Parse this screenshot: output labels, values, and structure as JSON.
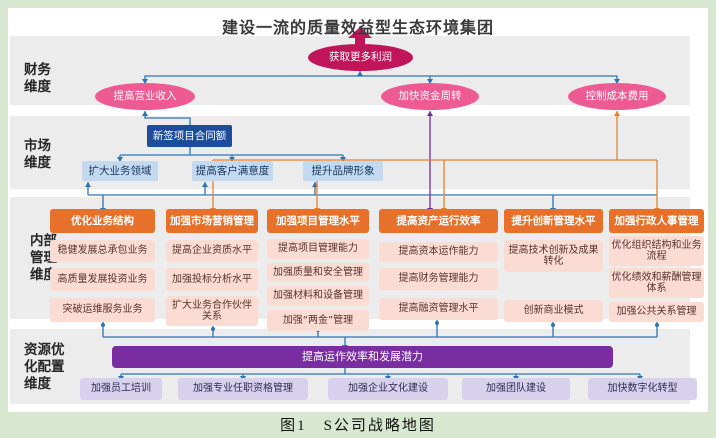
{
  "banner": {
    "title": "建设一流的质量效益型生态环境集团"
  },
  "caption": "图1　S公司战略地图",
  "colors": {
    "page_bg": "#d8e7d0",
    "band_bg": "#ececec",
    "crimson": "#c11559",
    "pink": "#ee5b92",
    "dark_blue": "#1c4c9c",
    "light_blue": "#c2d9f0",
    "orange": "#e7702a",
    "pink_item": "#fbdcd3",
    "purple": "#7a2da1",
    "lavender": "#d7d1ed",
    "connector_blue": "#2e74b5",
    "connector_orange": "#e8802c",
    "connector_purple": "#7030a0"
  },
  "finance": {
    "label": "财务\n维度",
    "top_goal": "获取更多利润",
    "goals": [
      "提高营业收入",
      "加快资金周转",
      "控制成本费用"
    ]
  },
  "market": {
    "label": "市场\n维度",
    "primary": "新签项目合同额",
    "goals": [
      "扩大业务领域",
      "提高客户满意度",
      "提升品牌形象"
    ]
  },
  "internal": {
    "label": "内部\n管理\n维度",
    "columns": [
      {
        "header": "优化业务结构",
        "items": [
          "稳健发展总承包业务",
          "高质量发展投资业务",
          "突破运维服务业务"
        ]
      },
      {
        "header": "加强市场营销管理",
        "items": [
          "提高企业资质水平",
          "加强投标分析水平",
          "扩大业务合作伙伴关系"
        ]
      },
      {
        "header": "加强项目管理水平",
        "items": [
          "提高项目管理能力",
          "加强质量和安全管理",
          "加强材料和设备管理",
          "加强“两金”管理"
        ]
      },
      {
        "header": "提高资产运行效率",
        "items": [
          "提高资本运作能力",
          "提高财务管理能力",
          "提高融资管理水平"
        ]
      },
      {
        "header": "提升创新管理水平",
        "items": [
          "提高技术创新及成果转化",
          "创新商业模式"
        ]
      },
      {
        "header": "加强行政人事管理",
        "items": [
          "优化组织结构和业务流程",
          "优化绩效和薪酬管理体系",
          "加强公共关系管理"
        ]
      }
    ]
  },
  "resource": {
    "label": "资源优\n化配置\n维度",
    "primary": "提高运作效率和发展潜力",
    "goals": [
      "加强员工培训",
      "加强专业任职资格管理",
      "加强企业文化建设",
      "加强团队建设",
      "加快数字化转型"
    ]
  }
}
